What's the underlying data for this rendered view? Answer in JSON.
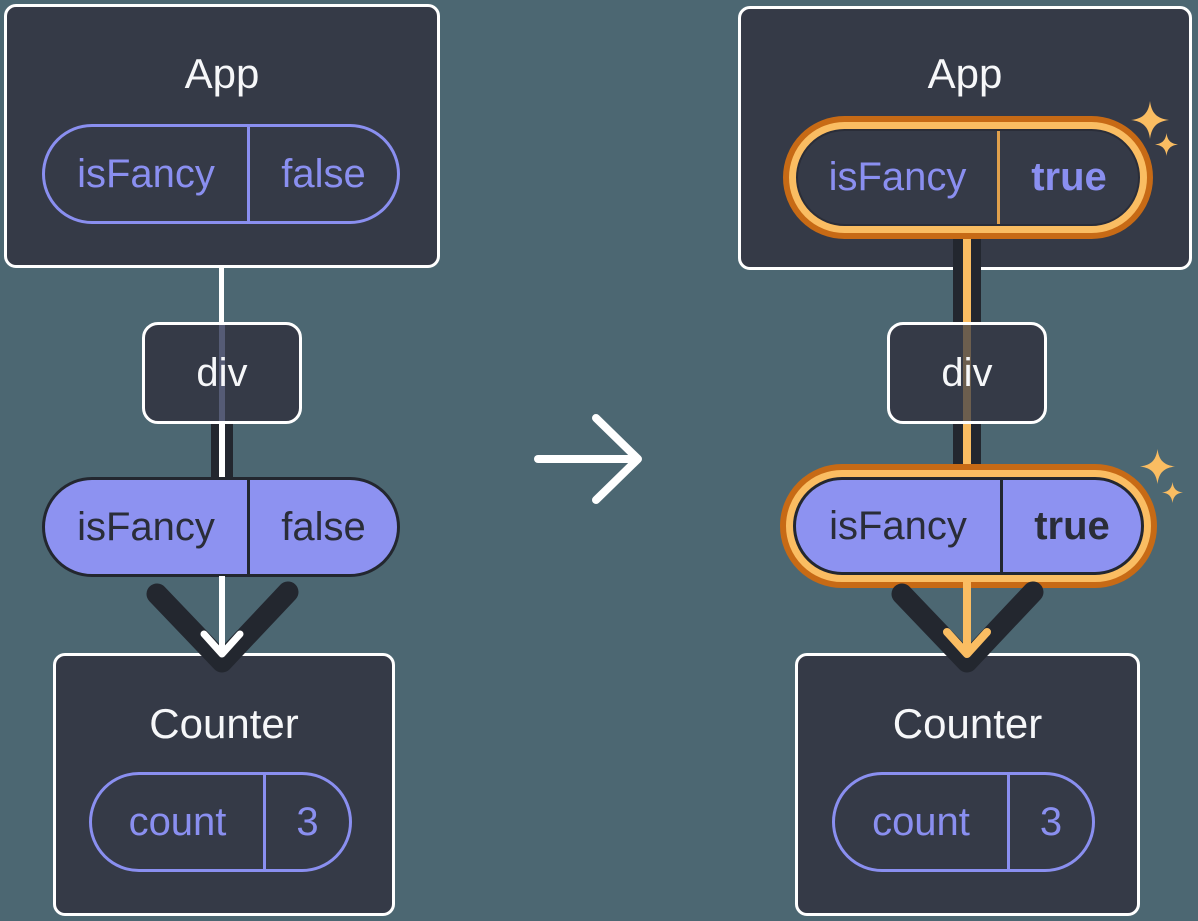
{
  "diagram_title": "isFancy prop flowing from App through div to Counter, before and after it changes",
  "colors": {
    "background": "#4C6772",
    "card_fill": "#353A47",
    "card_border": "#FFFFFF",
    "purple": "#8A8FF0",
    "ink_dark": "#23272F",
    "highlight_orange_dark": "#C76A15",
    "highlight_orange_light": "#FABD62",
    "title_text": "#F6F7F9"
  },
  "before": {
    "app_title": "App",
    "app_prop": {
      "name": "isFancy",
      "value": "false"
    },
    "div_label": "div",
    "passed_prop": {
      "name": "isFancy",
      "value": "false"
    },
    "counter_title": "Counter",
    "state": {
      "name": "count",
      "value": "3"
    }
  },
  "after": {
    "app_title": "App",
    "app_prop": {
      "name": "isFancy",
      "value": "true"
    },
    "div_label": "div",
    "passed_prop": {
      "name": "isFancy",
      "value": "true"
    },
    "counter_title": "Counter",
    "state": {
      "name": "count",
      "value": "3"
    }
  }
}
